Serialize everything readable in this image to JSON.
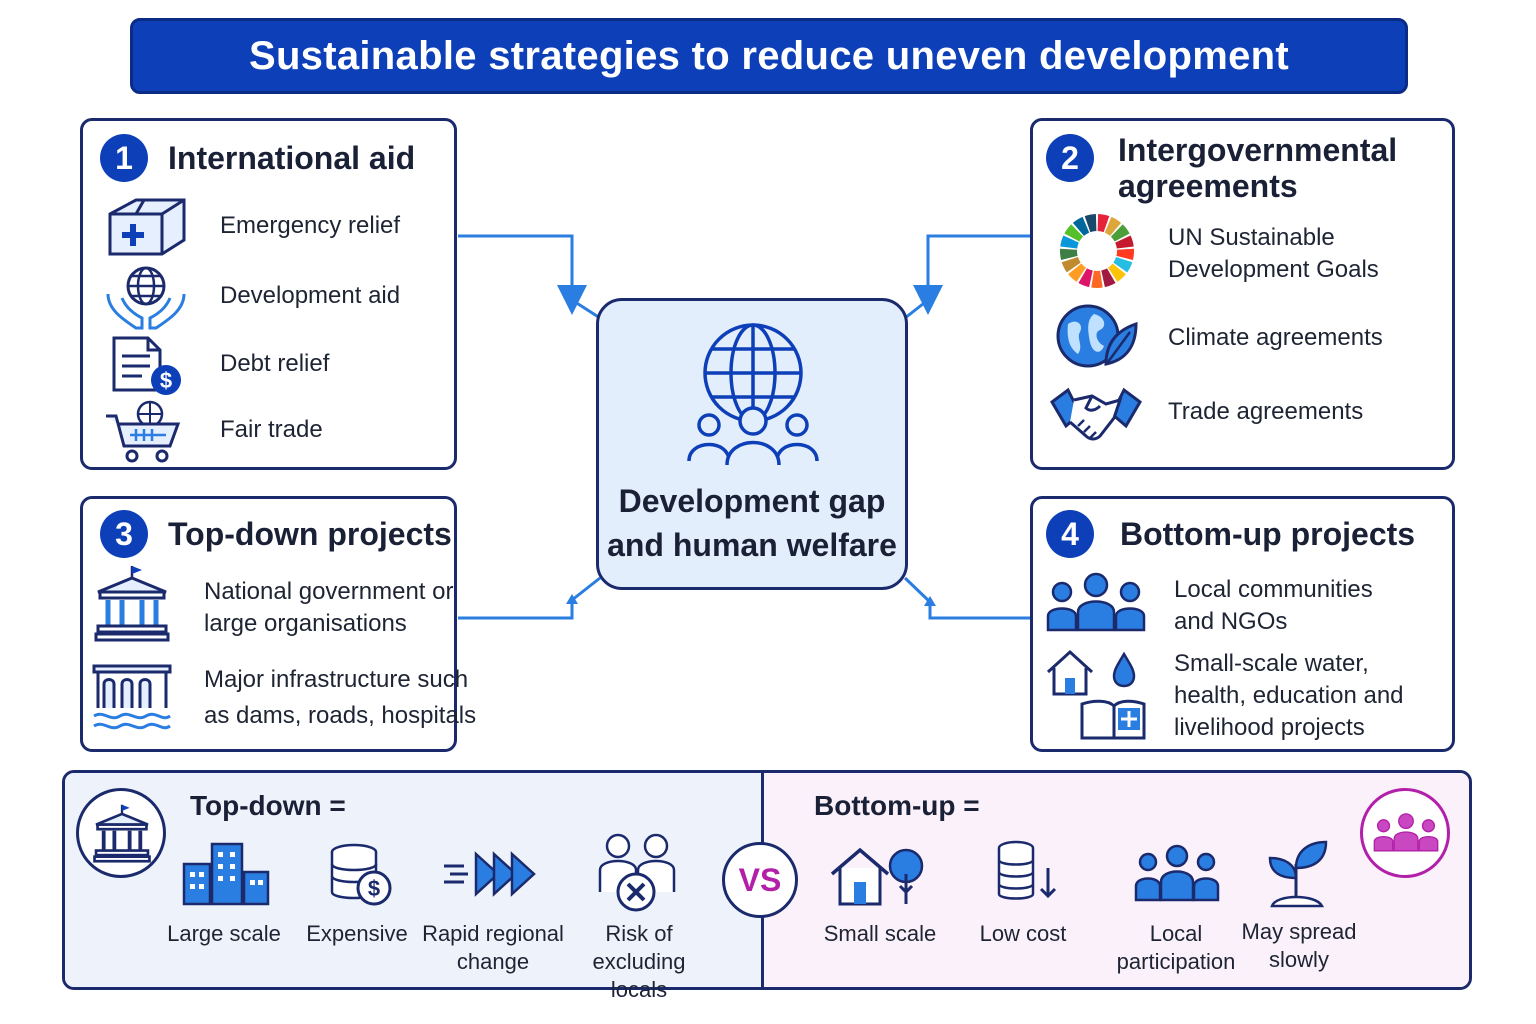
{
  "title": "Sustainable strategies to reduce uneven development",
  "colors": {
    "primary": "#0d3fb8",
    "accent_blue": "#2a7de1",
    "accent_magenta": "#b21fa8",
    "outline": "#1a2a6c"
  },
  "center": {
    "line1": "Development gap",
    "line2": "and human welfare",
    "icon": "globe-people-icon"
  },
  "panels": [
    {
      "number": "1",
      "title": "International aid",
      "items": [
        {
          "icon": "medical-box-icon",
          "label": "Emergency relief"
        },
        {
          "icon": "hands-globe-icon",
          "label": "Development aid"
        },
        {
          "icon": "document-dollar-icon",
          "label": "Debt relief"
        },
        {
          "icon": "cart-globe-icon",
          "label": "Fair trade"
        }
      ]
    },
    {
      "number": "2",
      "title_line1": "Intergovernmental",
      "title_line2": "agreements",
      "items": [
        {
          "icon": "sdg-wheel-icon",
          "line1": "UN Sustainable",
          "line2": "Development Goals"
        },
        {
          "icon": "earth-leaf-icon",
          "label": "Climate agreements"
        },
        {
          "icon": "handshake-icon",
          "label": "Trade agreements"
        }
      ]
    },
    {
      "number": "3",
      "title": "Top-down projects",
      "items": [
        {
          "icon": "government-building-icon",
          "line1": "National government or",
          "line2": "large organisations"
        },
        {
          "icon": "dam-icon",
          "line1": "Major infrastructure such",
          "line2": "as dams, roads, hospitals"
        }
      ]
    },
    {
      "number": "4",
      "title": "Bottom-up projects",
      "items": [
        {
          "icon": "community-people-icon",
          "line1": "Local communities",
          "line2": "and NGOs"
        },
        {
          "icon": "house-water-book-icon",
          "line1": "Small-scale water,",
          "line2": "health, education and",
          "line3": "livelihood projects"
        }
      ]
    }
  ],
  "comparison": {
    "vs": "VS",
    "top_down": {
      "heading": "Top-down =",
      "icon": "government-building-icon",
      "items": [
        {
          "icon": "city-buildings-icon",
          "line1": "Large scale"
        },
        {
          "icon": "coins-dollar-icon",
          "line1": "Expensive"
        },
        {
          "icon": "fast-forward-icon",
          "line1": "Rapid regional",
          "line2": "change"
        },
        {
          "icon": "people-excluded-icon",
          "line1": "Risk of",
          "line2": "excluding locals"
        }
      ]
    },
    "bottom_up": {
      "heading": "Bottom-up =",
      "icon": "community-people-icon",
      "items": [
        {
          "icon": "house-tree-icon",
          "line1": "Small scale"
        },
        {
          "icon": "coins-down-icon",
          "line1": "Low cost"
        },
        {
          "icon": "people-group-icon",
          "line1": "Local",
          "line2": "participation"
        },
        {
          "icon": "seedling-icon",
          "line1": "May spread",
          "line2": "slowly"
        }
      ]
    }
  }
}
